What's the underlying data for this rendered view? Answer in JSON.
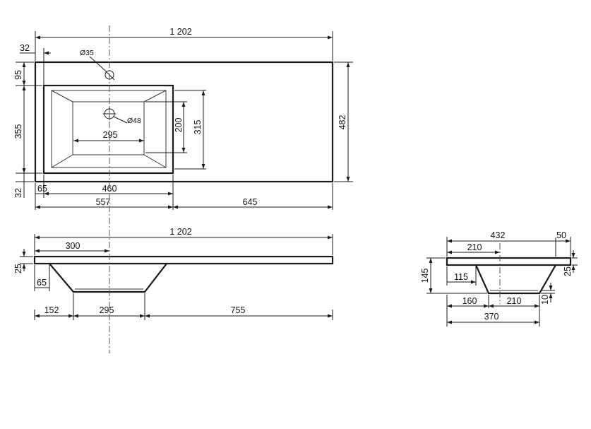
{
  "top_view": {
    "overall_width": "1 202",
    "overall_depth": "482",
    "side_margin": "32",
    "tap_hole": "Ø35",
    "drain_hole": "Ø48",
    "back_margin": "95",
    "bowl_depth": "355",
    "front_margin": "32",
    "bowl_inner_depth": "200",
    "bowl_inner_depth_outer": "315",
    "bowl_bottom_width": "295",
    "bowl_offset": "65",
    "bowl_width": "460",
    "left_section": "557",
    "right_section": "645"
  },
  "front_view": {
    "overall_width": "1 202",
    "axis_position": "300",
    "thickness": "25",
    "bowl_offset": "65",
    "segment_left": "152",
    "segment_bottom": "295",
    "segment_right": "755"
  },
  "side_view": {
    "overall_depth": "432",
    "rear_overhang": "50",
    "axis_position": "210",
    "thickness": "25",
    "height": "145",
    "inner_offset": "115",
    "bottom_thickness": "10",
    "segment_front": "160",
    "segment_back": "210",
    "bowl_length": "370"
  }
}
